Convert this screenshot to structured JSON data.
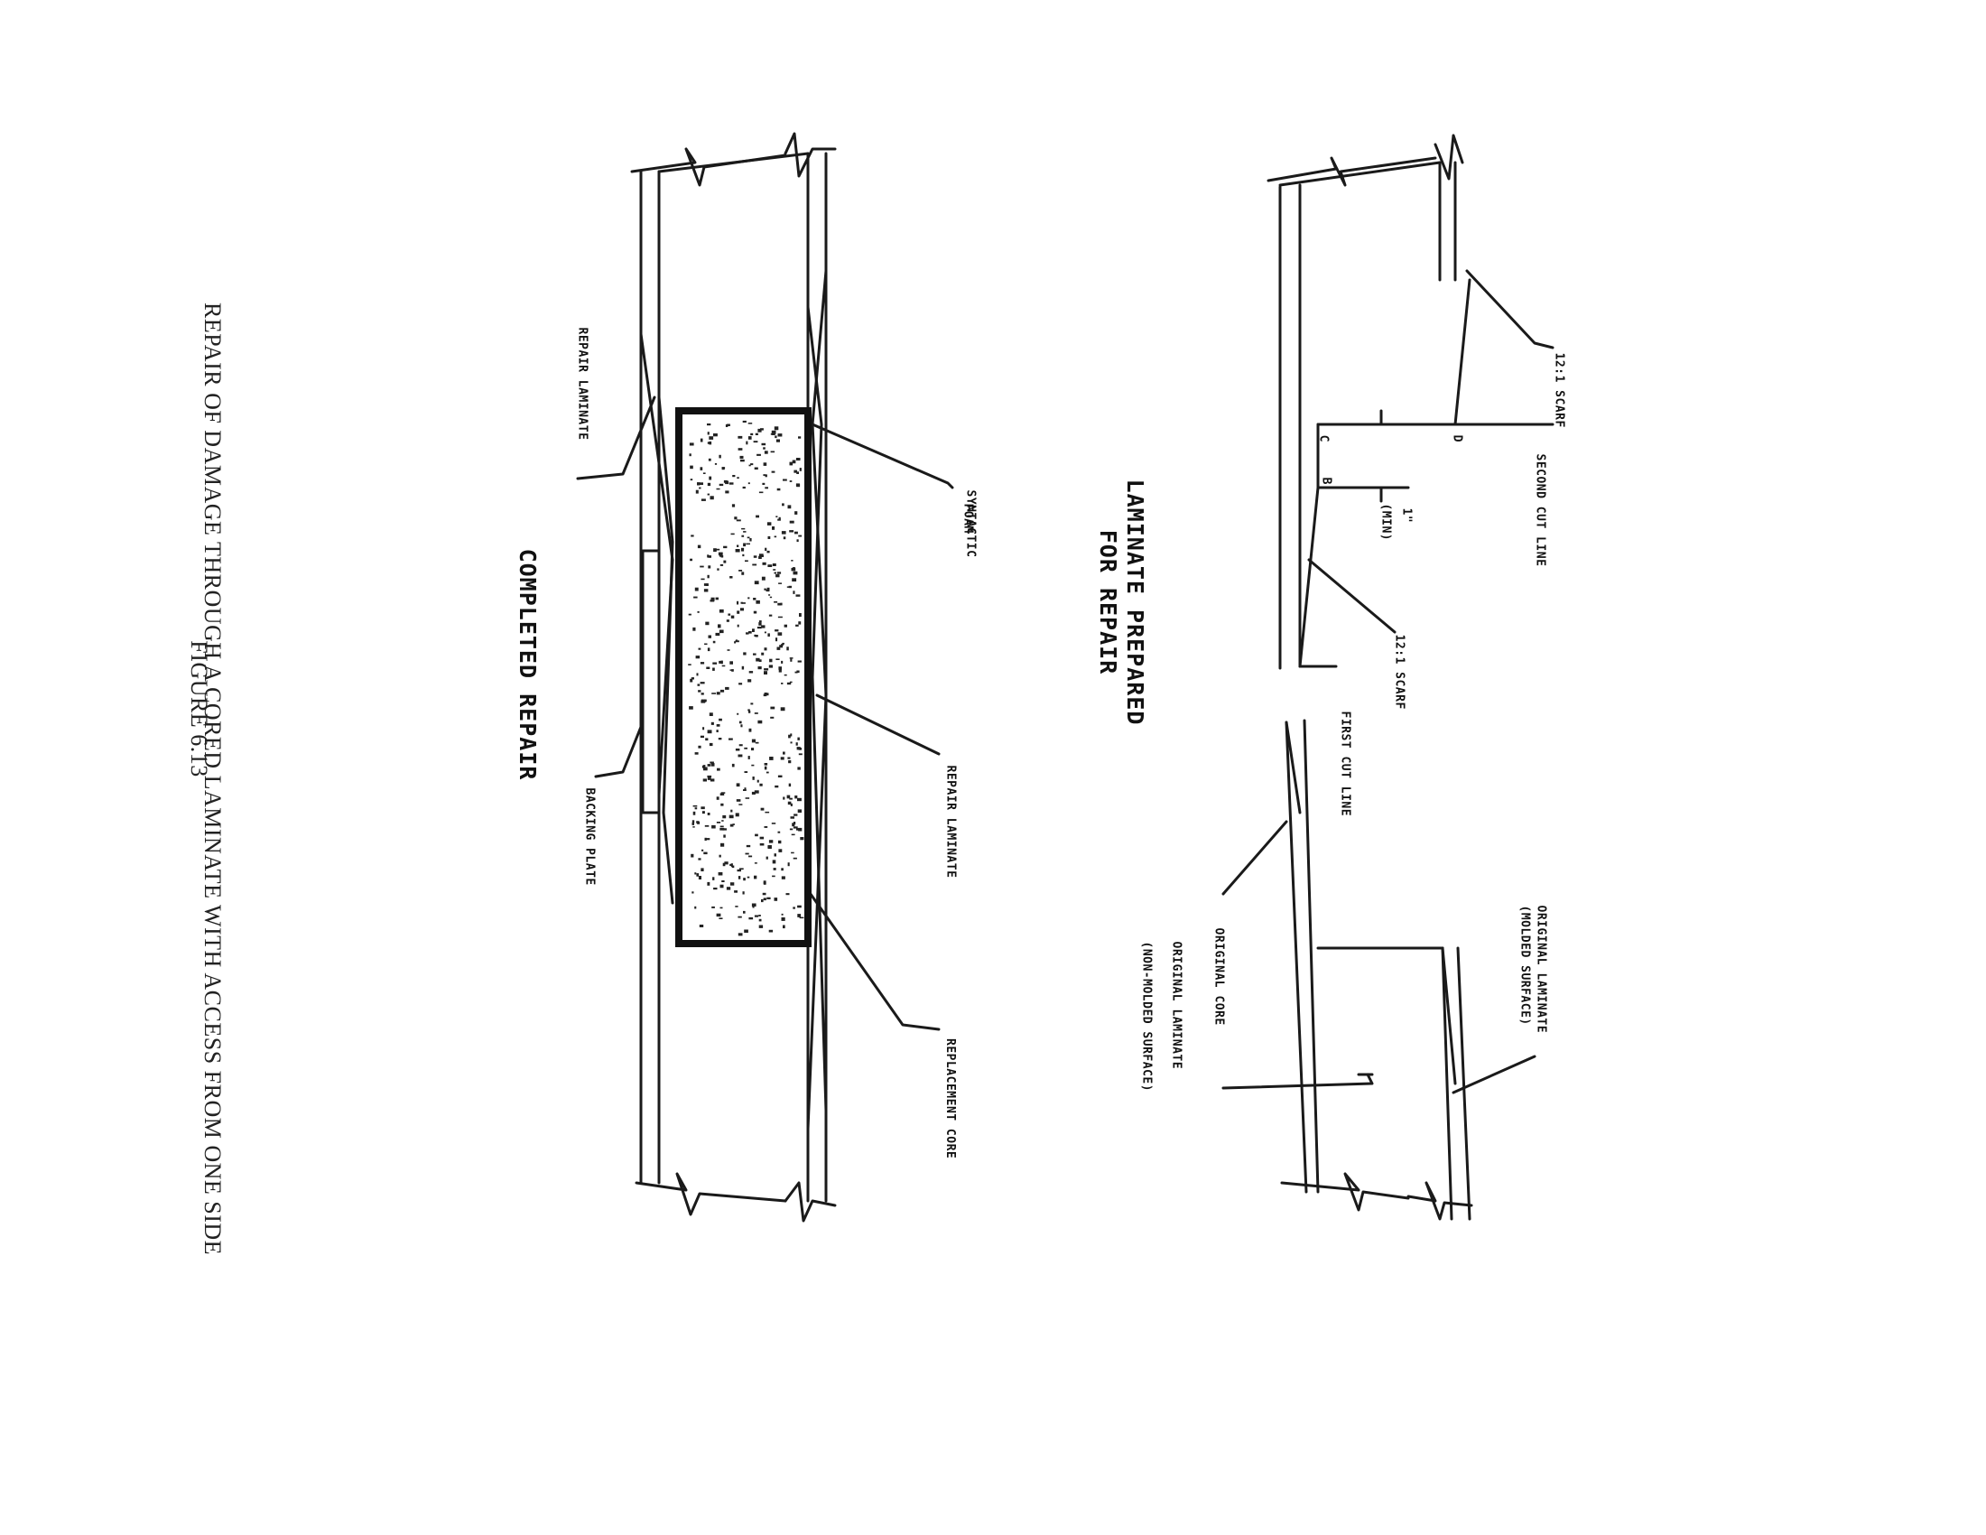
{
  "figure": {
    "caption": "REPAIR OF DAMAGE THROUGH A CORED LAMINATE WITH ACCESS FROM ONE SIDE",
    "number": "FIGURE 6.13"
  },
  "top_view": {
    "title_line1": "LAMINATE PREPARED",
    "title_line2": "FOR REPAIR",
    "labels": {
      "scarf_top": "12:1 SCARF",
      "second_cut": "SECOND CUT LINE",
      "min_dim_1": "1\"",
      "min_dim_2": "(MIN)",
      "scarf_mid": "12:1 SCARF",
      "first_cut": "FIRST CUT LINE",
      "orig_molded_1": "ORIGINAL LAMINATE",
      "orig_molded_2": "(MOLDED SURFACE)",
      "orig_core": "ORIGINAL CORE",
      "orig_nonmolded_1": "ORIGINAL LAMINATE",
      "orig_nonmolded_2": "(NON-MOLDED SURFACE)"
    },
    "point_marks": {
      "c": "C",
      "d": "D",
      "b": "B"
    }
  },
  "bottom_view": {
    "title": "COMPLETED REPAIR",
    "labels": {
      "syntactic_1": "SYNTACTIC",
      "syntactic_2": "FOAM",
      "repair_laminate_top": "REPAIR LAMINATE",
      "repair_laminate_bottom": "REPAIR LAMINATE",
      "replacement_core": "REPLACEMENT CORE",
      "backing_plate": "BACKING PLATE"
    }
  }
}
